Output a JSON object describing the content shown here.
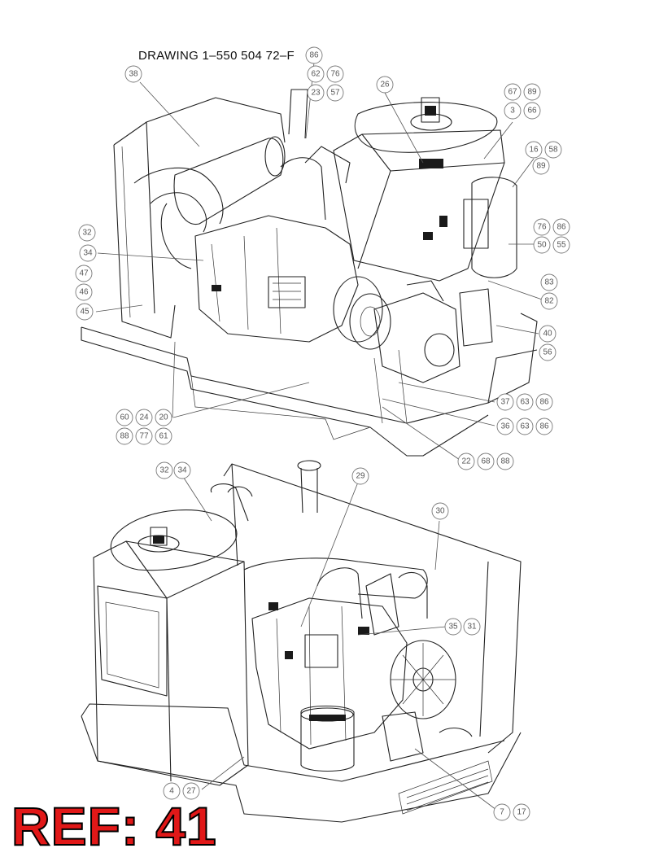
{
  "drawing": {
    "title": "DRAWING 1–550 504 72–F",
    "ref_label": "REF: 41"
  },
  "callouts_top": [
    "86",
    "62",
    "76",
    "23",
    "57",
    "38",
    "26",
    "67",
    "89",
    "3",
    "66",
    "16",
    "58",
    "89",
    "76",
    "86",
    "50",
    "55",
    "32",
    "34",
    "47",
    "46",
    "45",
    "83",
    "82",
    "40",
    "56",
    "37",
    "63",
    "86",
    "36",
    "63",
    "86",
    "60",
    "24",
    "20",
    "88",
    "77",
    "61",
    "22",
    "68",
    "88"
  ],
  "callouts_bottom": [
    "32",
    "34",
    "29",
    "30",
    "35",
    "31",
    "4",
    "27",
    "7",
    "17"
  ]
}
